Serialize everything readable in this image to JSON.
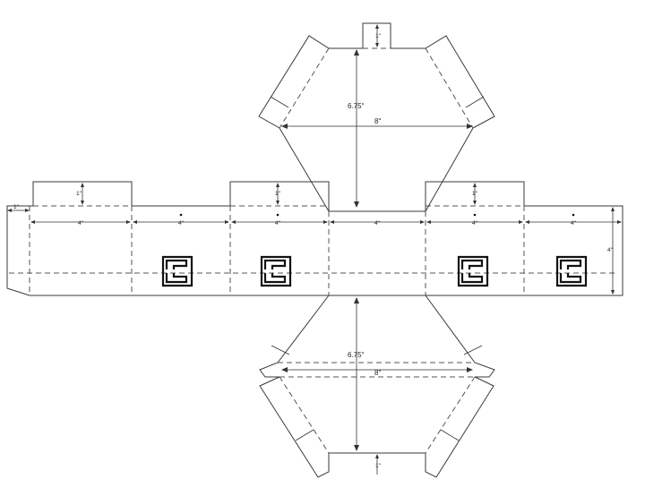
{
  "labels": {
    "height_top": "6.75ʺ",
    "height_bottom": "6.75ʺ",
    "width_top": "8ʺ",
    "width_bottom": "8ʺ",
    "tab_top": "1ʺ",
    "tab_bottom": "1ʺ",
    "tab_side_1": "1ʺ",
    "tab_side_2": "1ʺ",
    "tab_side_3": "1ʺ",
    "glue_flap": "1ʺ",
    "panel_1": "4ʺ",
    "panel_2": "4ʺ",
    "panel_3": "4ʺ",
    "panel_4": "4ʺ",
    "panel_5": "4ʺ",
    "panel_6": "4ʺ",
    "panel_height": "4ʺ"
  },
  "colors": {
    "cut_line": "#3a3a3a",
    "fold_line": "#555555",
    "logo": "#111111"
  },
  "icons": [
    "spiral-logo-icon"
  ]
}
